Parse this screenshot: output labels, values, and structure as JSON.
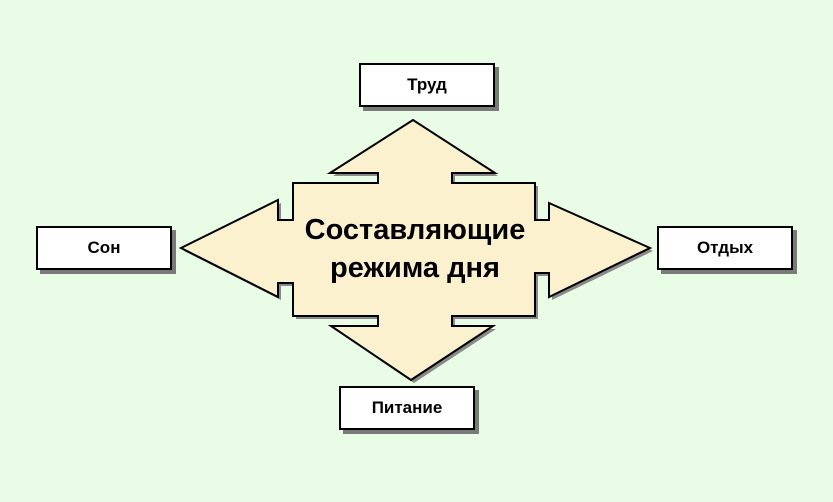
{
  "diagram": {
    "center": {
      "line1": "Составляющие",
      "line2": "режима дня"
    },
    "nodes": {
      "top": "Труд",
      "left": "Сон",
      "right": "Отдых",
      "bottom": "Питание"
    }
  },
  "colors": {
    "background": "#e9fde6",
    "arrow_fill": "#fbf1cf",
    "box_fill": "#ffffff",
    "shadow": "#7a7a7a",
    "stroke": "#000000"
  }
}
